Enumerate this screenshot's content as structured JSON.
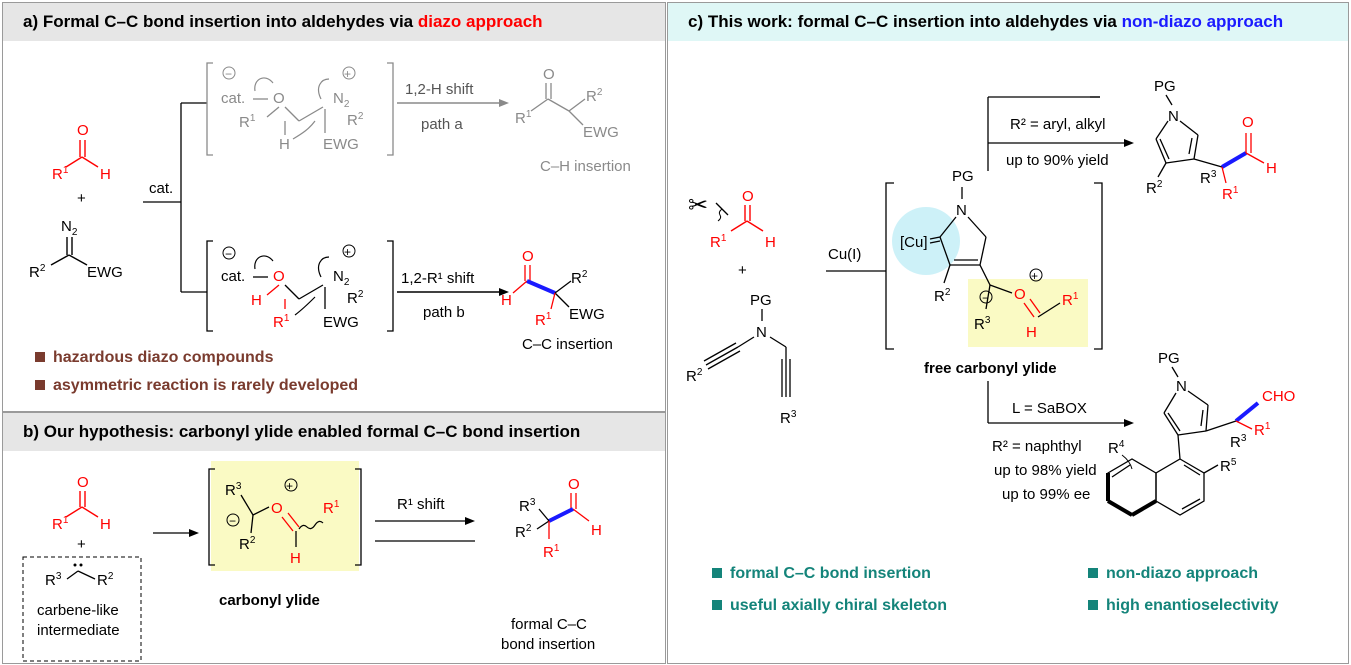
{
  "panel_a": {
    "title_prefix": "a) Formal C–C bond insertion into aldehydes via ",
    "title_highlight": "diazo approach",
    "cat": "cat.",
    "plus": "+",
    "path_a": {
      "condition": "1,2-H shift",
      "label": "path a",
      "outcome": "C–H insertion"
    },
    "path_b": {
      "condition": "1,2-R¹ shift",
      "label": "path b",
      "outcome": "C–C insertion"
    },
    "bullets": [
      "hazardous diazo compounds",
      "asymmetric reaction is rarely developed"
    ]
  },
  "panel_b": {
    "title": "b) Our hypothesis: carbonyl ylide enabled formal C–C bond insertion",
    "intermediate_label_1": "carbene-like",
    "intermediate_label_2": "intermediate",
    "ylide_label": "carbonyl ylide",
    "shift_label": "R¹ shift",
    "product_label_1": "formal C–C",
    "product_label_2": "bond insertion"
  },
  "panel_c": {
    "title_prefix": "c) This work: formal C–C insertion into aldehydes via ",
    "title_highlight": "non-diazo approach",
    "catalyst": "Cu(I)",
    "ylide_label": "free carbonyl ylide",
    "upper_conditions": [
      "R² = aryl, alkyl",
      "up to 90% yield"
    ],
    "lower_conditions": [
      "L = SaBOX",
      "R² = naphthyl",
      "up to 98% yield",
      "up to 99% ee"
    ],
    "bullets": [
      "formal C–C bond insertion",
      "non-diazo approach",
      "useful axially chiral skeleton",
      "high enantioselectivity"
    ]
  },
  "colors": {
    "header_gray": "#e6e6e6",
    "header_cyan": "#dff7f6",
    "highlight_yellow": "#fafac4",
    "brown": "#7a3b2e",
    "teal": "#14847a",
    "red": "#ff0000",
    "blue": "#1a1aff"
  }
}
